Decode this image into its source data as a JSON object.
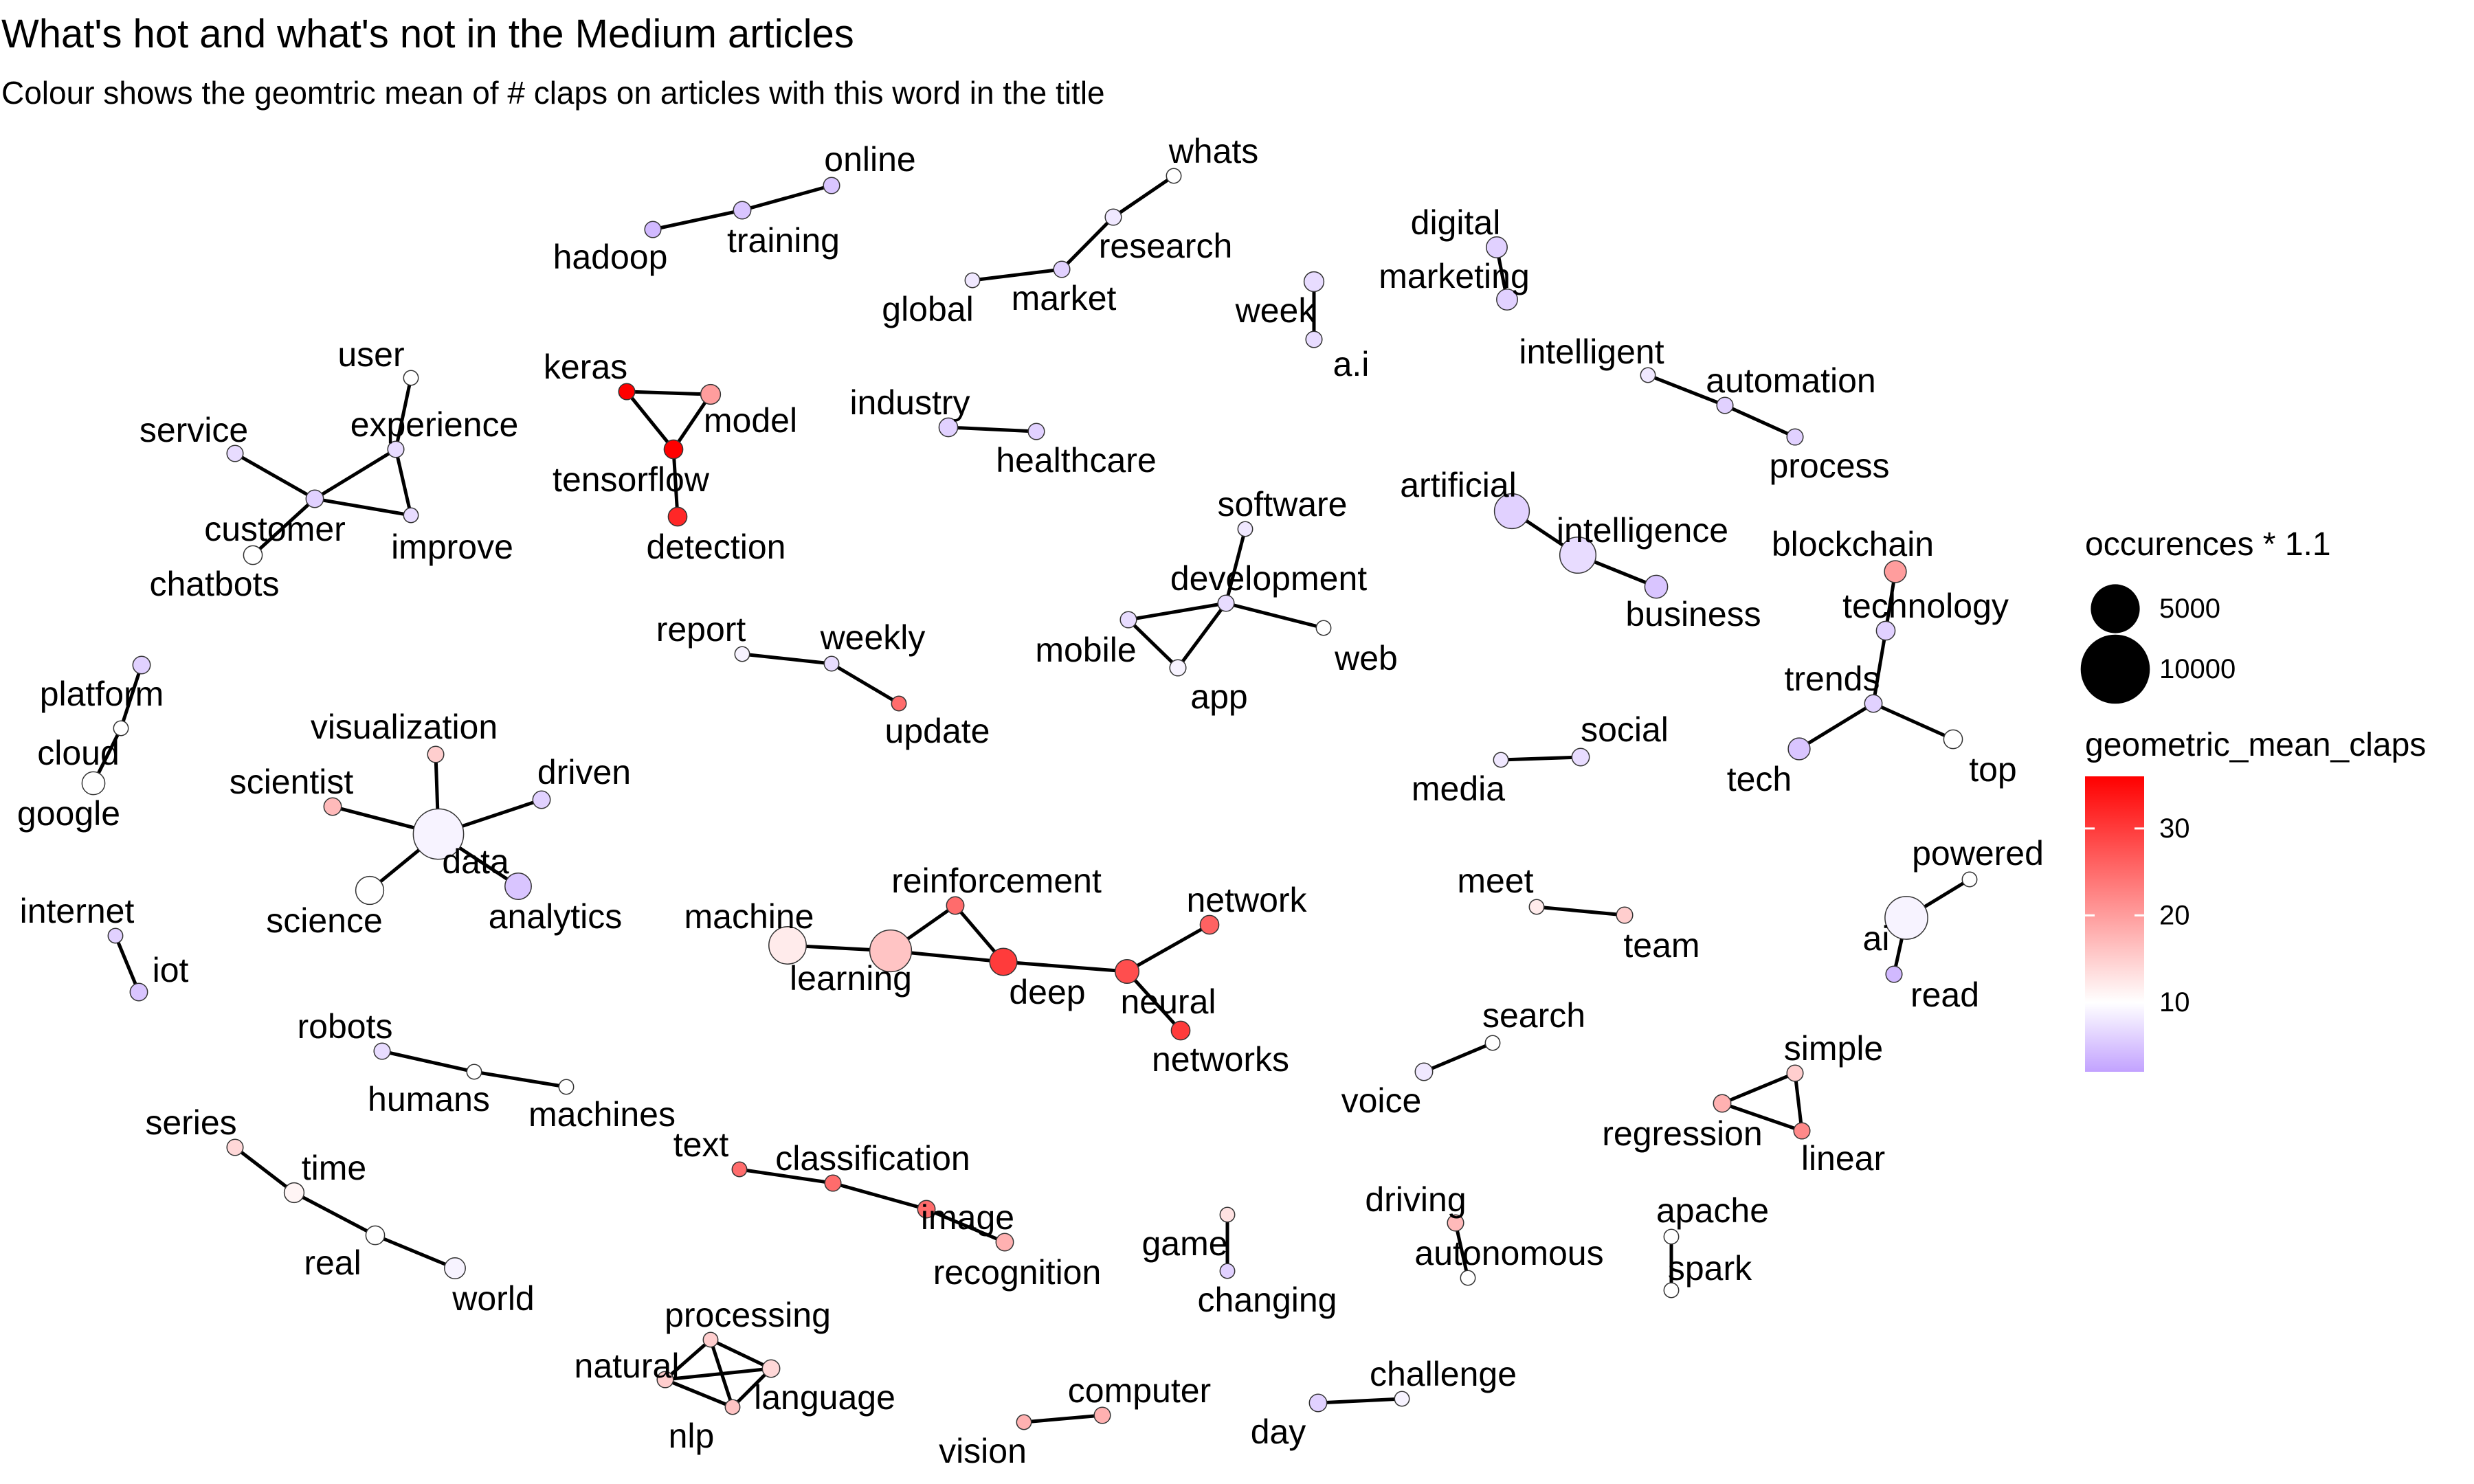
{
  "title": "What's hot and what's not in the Medium articles",
  "subtitle": "Colour shows the geomtric mean of # claps on articles with this word in the title",
  "chart_data": {
    "type": "network",
    "title": "What's hot and what's not in the Medium articles",
    "subtitle": "Colour shows the geomtric mean of # claps on articles with this word in the title",
    "size_legend": {
      "title": "occurences * 1.1",
      "values": [
        5000,
        10000
      ]
    },
    "color_legend": {
      "title": "geometric_mean_claps",
      "ticks": [
        10,
        20,
        30
      ],
      "range": [
        2,
        36
      ],
      "colors": {
        "low": "#c2a2ff",
        "mid": "#ffffff",
        "high": "#ff0000"
      }
    },
    "nodes": [
      {
        "label": "online",
        "claps": 5,
        "occ": 600
      },
      {
        "label": "training",
        "claps": 5,
        "occ": 700
      },
      {
        "label": "hadoop",
        "claps": 4,
        "occ": 600
      },
      {
        "label": "whats",
        "claps": 10,
        "occ": 500
      },
      {
        "label": "research",
        "claps": 8,
        "occ": 600
      },
      {
        "label": "market",
        "claps": 6,
        "occ": 600
      },
      {
        "label": "global",
        "claps": 8,
        "occ": 500
      },
      {
        "label": "week",
        "claps": 7,
        "occ": 900
      },
      {
        "label": "a.i",
        "claps": 7,
        "occ": 600
      },
      {
        "label": "digital",
        "claps": 6,
        "occ": 1000
      },
      {
        "label": "marketing",
        "claps": 6,
        "occ": 1000
      },
      {
        "label": "intelligent",
        "claps": 8,
        "occ": 500
      },
      {
        "label": "automation",
        "claps": 6,
        "occ": 600
      },
      {
        "label": "process",
        "claps": 6,
        "occ": 600
      },
      {
        "label": "user",
        "claps": 10,
        "occ": 500
      },
      {
        "label": "experience",
        "claps": 7,
        "occ": 600
      },
      {
        "label": "service",
        "claps": 7,
        "occ": 600
      },
      {
        "label": "customer",
        "claps": 6,
        "occ": 700
      },
      {
        "label": "improve",
        "claps": 7,
        "occ": 500
      },
      {
        "label": "chatbots",
        "claps": 10,
        "occ": 800
      },
      {
        "label": "keras",
        "claps": 36,
        "occ": 600
      },
      {
        "label": "model",
        "claps": 20,
        "occ": 900
      },
      {
        "label": "tensorflow",
        "claps": 36,
        "occ": 800
      },
      {
        "label": "detection",
        "claps": 32,
        "occ": 800
      },
      {
        "label": "industry",
        "claps": 6,
        "occ": 800
      },
      {
        "label": "healthcare",
        "claps": 6,
        "occ": 600
      },
      {
        "label": "software",
        "claps": 8,
        "occ": 500
      },
      {
        "label": "development",
        "claps": 7,
        "occ": 600
      },
      {
        "label": "mobile",
        "claps": 7,
        "occ": 600
      },
      {
        "label": "web",
        "claps": 10,
        "occ": 500
      },
      {
        "label": "app",
        "claps": 9,
        "occ": 600
      },
      {
        "label": "artificial",
        "claps": 6,
        "occ": 2800
      },
      {
        "label": "intelligence",
        "claps": 7,
        "occ": 3000
      },
      {
        "label": "business",
        "claps": 5,
        "occ": 1200
      },
      {
        "label": "blockchain",
        "claps": 20,
        "occ": 1100
      },
      {
        "label": "technology",
        "claps": 6,
        "occ": 800
      },
      {
        "label": "trends",
        "claps": 6,
        "occ": 700
      },
      {
        "label": "tech",
        "claps": 5,
        "occ": 1100
      },
      {
        "label": "top",
        "claps": 10,
        "occ": 800
      },
      {
        "label": "report",
        "claps": 9,
        "occ": 500
      },
      {
        "label": "weekly",
        "claps": 7,
        "occ": 500
      },
      {
        "label": "update",
        "claps": 25,
        "occ": 500
      },
      {
        "label": "platform",
        "claps": 6,
        "occ": 700
      },
      {
        "label": "cloud",
        "claps": 10,
        "occ": 500
      },
      {
        "label": "google",
        "claps": 10,
        "occ": 1200
      },
      {
        "label": "visualization",
        "claps": 15,
        "occ": 600
      },
      {
        "label": "scientist",
        "claps": 17,
        "occ": 700
      },
      {
        "label": "driven",
        "claps": 6,
        "occ": 700
      },
      {
        "label": "data",
        "claps": 9,
        "occ": 5800
      },
      {
        "label": "science",
        "claps": 10,
        "occ": 1800
      },
      {
        "label": "analytics",
        "claps": 5,
        "occ": 1600
      },
      {
        "label": "social",
        "claps": 7,
        "occ": 700
      },
      {
        "label": "media",
        "claps": 8,
        "occ": 500
      },
      {
        "label": "powered",
        "claps": 10,
        "occ": 500
      },
      {
        "label": "ai",
        "claps": 9,
        "occ": 4200
      },
      {
        "label": "read",
        "claps": 4,
        "occ": 600
      },
      {
        "label": "internet",
        "claps": 6,
        "occ": 500
      },
      {
        "label": "iot",
        "claps": 5,
        "occ": 700
      },
      {
        "label": "machine",
        "claps": 12,
        "occ": 3200
      },
      {
        "label": "learning",
        "claps": 16,
        "occ": 4000
      },
      {
        "label": "reinforcement",
        "claps": 25,
        "occ": 700
      },
      {
        "label": "deep",
        "claps": 30,
        "occ": 1700
      },
      {
        "label": "neural",
        "claps": 28,
        "occ": 1300
      },
      {
        "label": "network",
        "claps": 26,
        "occ": 800
      },
      {
        "label": "networks",
        "claps": 30,
        "occ": 800
      },
      {
        "label": "meet",
        "claps": 12,
        "occ": 500
      },
      {
        "label": "team",
        "claps": 15,
        "occ": 600
      },
      {
        "label": "search",
        "claps": 10,
        "occ": 500
      },
      {
        "label": "voice",
        "claps": 8,
        "occ": 700
      },
      {
        "label": "robots",
        "claps": 7,
        "occ": 600
      },
      {
        "label": "humans",
        "claps": 10,
        "occ": 500
      },
      {
        "label": "machines",
        "claps": 10,
        "occ": 500
      },
      {
        "label": "simple",
        "claps": 15,
        "occ": 600
      },
      {
        "label": "regression",
        "claps": 18,
        "occ": 700
      },
      {
        "label": "linear",
        "claps": 22,
        "occ": 600
      },
      {
        "label": "series",
        "claps": 14,
        "occ": 600
      },
      {
        "label": "time",
        "claps": 11,
        "occ": 900
      },
      {
        "label": "real",
        "claps": 10,
        "occ": 800
      },
      {
        "label": "world",
        "claps": 9,
        "occ": 1000
      },
      {
        "label": "text",
        "claps": 25,
        "occ": 500
      },
      {
        "label": "classification",
        "claps": 25,
        "occ": 600
      },
      {
        "label": "image",
        "claps": 25,
        "occ": 700
      },
      {
        "label": "recognition",
        "claps": 18,
        "occ": 700
      },
      {
        "label": "game",
        "claps": 13,
        "occ": 500
      },
      {
        "label": "changing",
        "claps": 6,
        "occ": 500
      },
      {
        "label": "driving",
        "claps": 17,
        "occ": 600
      },
      {
        "label": "autonomous",
        "claps": 10,
        "occ": 500
      },
      {
        "label": "apache",
        "claps": 10,
        "occ": 500
      },
      {
        "label": "spark",
        "claps": 10,
        "occ": 500
      },
      {
        "label": "processing",
        "claps": 15,
        "occ": 500
      },
      {
        "label": "natural",
        "claps": 15,
        "occ": 600
      },
      {
        "label": "language",
        "claps": 14,
        "occ": 700
      },
      {
        "label": "nlp",
        "claps": 16,
        "occ": 500
      },
      {
        "label": "computer",
        "claps": 18,
        "occ": 600
      },
      {
        "label": "vision",
        "claps": 18,
        "occ": 500
      },
      {
        "label": "challenge",
        "claps": 9,
        "occ": 500
      },
      {
        "label": "day",
        "claps": 6,
        "occ": 700
      }
    ],
    "edges": [
      [
        "online",
        "training"
      ],
      [
        "training",
        "hadoop"
      ],
      [
        "whats",
        "research"
      ],
      [
        "research",
        "market"
      ],
      [
        "market",
        "global"
      ],
      [
        "week",
        "a.i"
      ],
      [
        "digital",
        "marketing"
      ],
      [
        "intelligent",
        "automation"
      ],
      [
        "automation",
        "process"
      ],
      [
        "user",
        "experience"
      ],
      [
        "experience",
        "customer"
      ],
      [
        "experience",
        "improve"
      ],
      [
        "customer",
        "improve"
      ],
      [
        "service",
        "customer"
      ],
      [
        "customer",
        "chatbots"
      ],
      [
        "keras",
        "model"
      ],
      [
        "keras",
        "tensorflow"
      ],
      [
        "model",
        "tensorflow"
      ],
      [
        "tensorflow",
        "detection"
      ],
      [
        "industry",
        "healthcare"
      ],
      [
        "software",
        "development"
      ],
      [
        "development",
        "mobile"
      ],
      [
        "development",
        "app"
      ],
      [
        "mobile",
        "app"
      ],
      [
        "development",
        "web"
      ],
      [
        "artificial",
        "intelligence"
      ],
      [
        "intelligence",
        "business"
      ],
      [
        "blockchain",
        "technology"
      ],
      [
        "technology",
        "trends"
      ],
      [
        "trends",
        "tech"
      ],
      [
        "trends",
        "top"
      ],
      [
        "report",
        "weekly"
      ],
      [
        "weekly",
        "update"
      ],
      [
        "platform",
        "cloud"
      ],
      [
        "cloud",
        "google"
      ],
      [
        "visualization",
        "data"
      ],
      [
        "scientist",
        "data"
      ],
      [
        "driven",
        "data"
      ],
      [
        "data",
        "science"
      ],
      [
        "data",
        "analytics"
      ],
      [
        "social",
        "media"
      ],
      [
        "powered",
        "ai"
      ],
      [
        "ai",
        "read"
      ],
      [
        "internet",
        "iot"
      ],
      [
        "machine",
        "learning"
      ],
      [
        "learning",
        "reinforcement"
      ],
      [
        "reinforcement",
        "deep"
      ],
      [
        "learning",
        "deep"
      ],
      [
        "deep",
        "neural"
      ],
      [
        "neural",
        "network"
      ],
      [
        "neural",
        "networks"
      ],
      [
        "meet",
        "team"
      ],
      [
        "search",
        "voice"
      ],
      [
        "robots",
        "humans"
      ],
      [
        "humans",
        "machines"
      ],
      [
        "simple",
        "regression"
      ],
      [
        "simple",
        "linear"
      ],
      [
        "regression",
        "linear"
      ],
      [
        "series",
        "time"
      ],
      [
        "time",
        "real"
      ],
      [
        "real",
        "world"
      ],
      [
        "text",
        "classification"
      ],
      [
        "classification",
        "image"
      ],
      [
        "image",
        "recognition"
      ],
      [
        "game",
        "changing"
      ],
      [
        "driving",
        "autonomous"
      ],
      [
        "apache",
        "spark"
      ],
      [
        "processing",
        "natural"
      ],
      [
        "processing",
        "language"
      ],
      [
        "processing",
        "nlp"
      ],
      [
        "natural",
        "language"
      ],
      [
        "natural",
        "nlp"
      ],
      [
        "language",
        "nlp"
      ],
      [
        "computer",
        "vision"
      ],
      [
        "challenge",
        "day"
      ]
    ]
  }
}
